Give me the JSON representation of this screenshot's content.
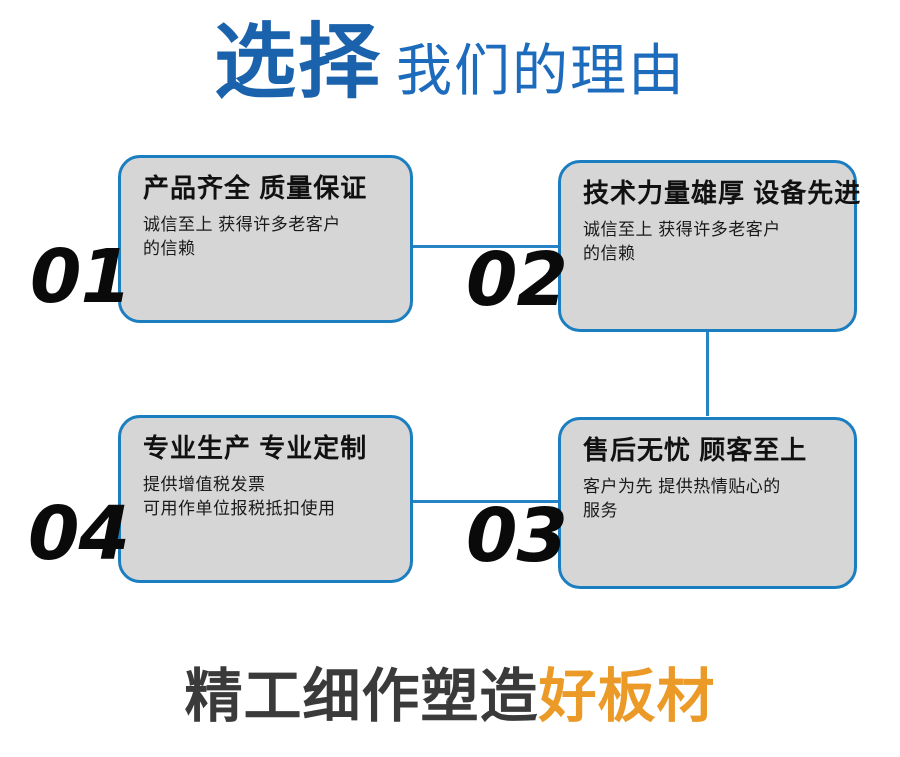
{
  "header": {
    "title_strong": "选择",
    "title_light": "我们的理由"
  },
  "colors": {
    "brand_blue": "#1a62ab",
    "border_blue": "#1b7ec0",
    "connector_blue": "#2684c6",
    "card_fill": "#d6d6d6",
    "accent_orange": "#eb9a27",
    "footer_dark": "#3a3a3a"
  },
  "cards": [
    {
      "index": "01",
      "title": "产品齐全 质量保证",
      "lines": [
        "诚信至上 获得许多老客户",
        "的信赖"
      ]
    },
    {
      "index": "02",
      "title": "技术力量雄厚 设备先进",
      "lines": [
        "诚信至上 获得许多老客户",
        "的信赖"
      ]
    },
    {
      "index": "03",
      "title": "售后无忧 顾客至上",
      "lines": [
        "客户为先 提供热情贴心的",
        "服务"
      ]
    },
    {
      "index": "04",
      "title": "专业生产 专业定制",
      "lines": [
        "提供增值税发票",
        "可用作单位报税抵扣使用"
      ]
    }
  ],
  "footer": {
    "text_dark": "精工细作塑造",
    "text_accent": "好板材"
  }
}
